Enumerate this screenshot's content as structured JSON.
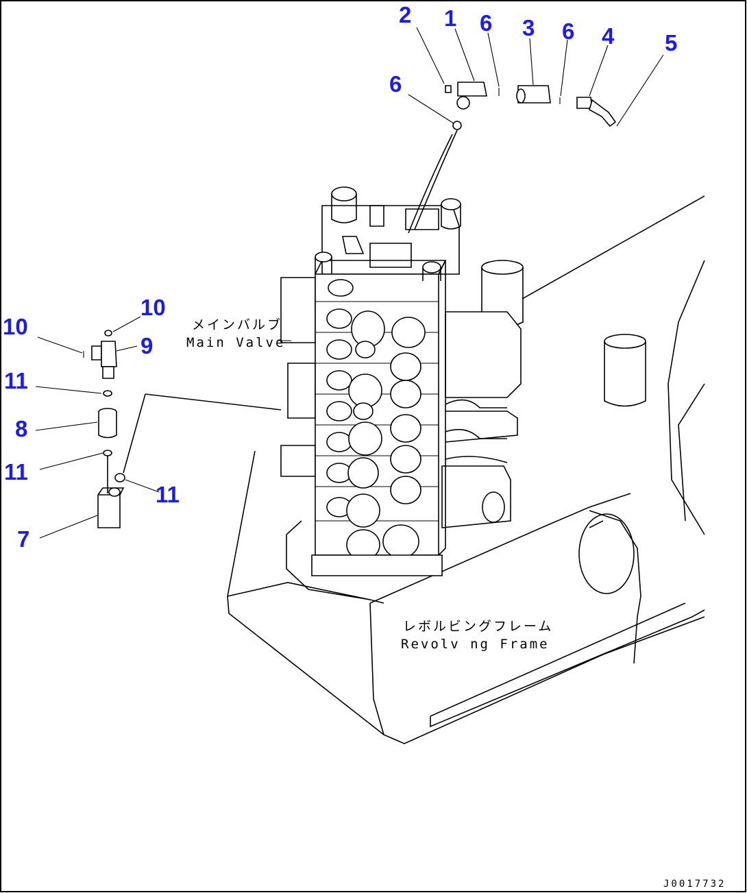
{
  "labels": {
    "main_valve_jp": "メインバルブ",
    "main_valve_en": "Main Valve",
    "frame_jp": "レボルビングフレーム",
    "frame_en": "Revolv ng Frame"
  },
  "drawing_code": "J0017732",
  "callouts": [
    "1",
    "2",
    "3",
    "4",
    "5",
    "6",
    "7",
    "8",
    "9",
    "10",
    "11"
  ],
  "colors": {
    "callout": "#1a1aff",
    "line": "#000000"
  }
}
